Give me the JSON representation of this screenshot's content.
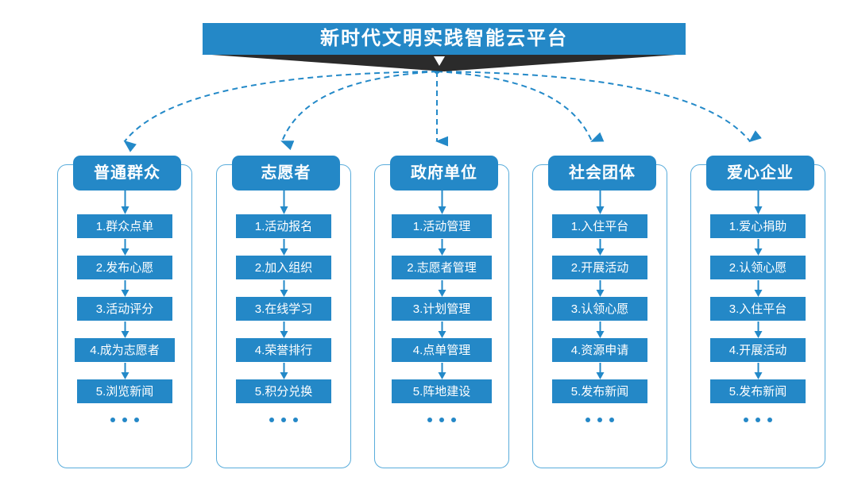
{
  "header": {
    "title": "新时代文明实践智能云平台",
    "accent_color": "#2488C7",
    "banner_shadow_color": "#2B2B2B",
    "frame_border_color": "#59ACDB",
    "chevron_icon": "chevron-down"
  },
  "connectors": {
    "style": "dashed-curved-arrow",
    "color": "#2389C8",
    "count": 5,
    "origin": "center-below-banner"
  },
  "columns": [
    {
      "id": "public",
      "header": "普通群众",
      "steps": [
        "1.群众点单",
        "2.发布心愿",
        "3.活动评分",
        "4.成为志愿者",
        "5.浏览新闻"
      ],
      "ellipsis": "• • •"
    },
    {
      "id": "volunteer",
      "header": "志愿者",
      "steps": [
        "1.活动报名",
        "2.加入组织",
        "3.在线学习",
        "4.荣誉排行",
        "5.积分兑换"
      ],
      "ellipsis": "• • •"
    },
    {
      "id": "government",
      "header": "政府单位",
      "steps": [
        "1.活动管理",
        "2.志愿者管理",
        "3.计划管理",
        "4.点单管理",
        "5.阵地建设"
      ],
      "ellipsis": "• • •"
    },
    {
      "id": "social-group",
      "header": "社会团体",
      "steps": [
        "1.入住平台",
        "2.开展活动",
        "3.认领心愿",
        "4.资源申请",
        "5.发布新闻"
      ],
      "ellipsis": "• • •"
    },
    {
      "id": "enterprise",
      "header": "爱心企业",
      "steps": [
        "1.爱心捐助",
        "2.认领心愿",
        "3.入住平台",
        "4.开展活动",
        "5.发布新闻"
      ],
      "ellipsis": "• • •"
    }
  ]
}
